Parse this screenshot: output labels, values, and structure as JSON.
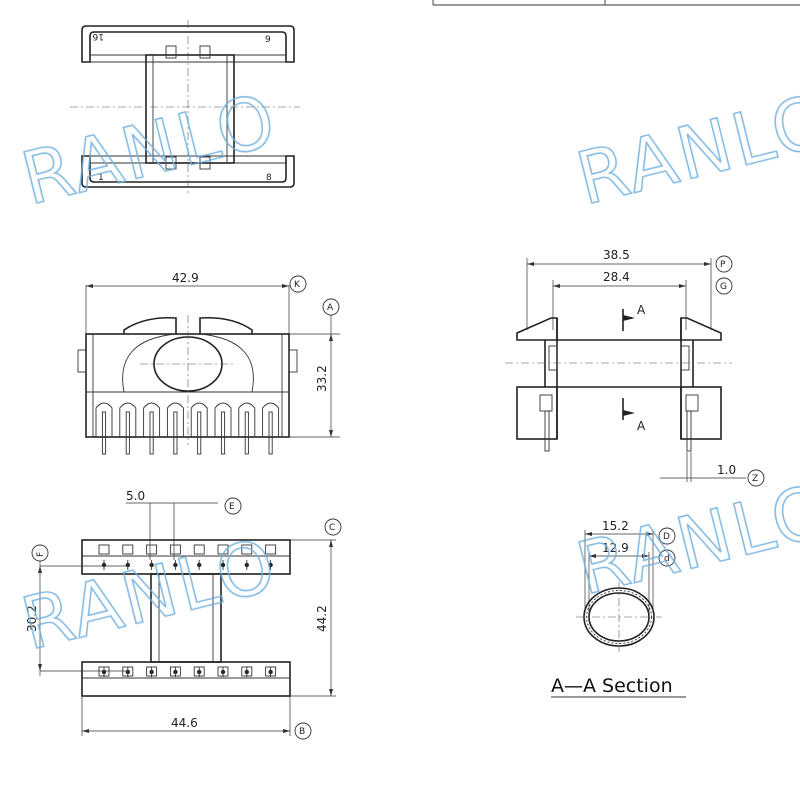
{
  "top_view": {
    "pin_labels": [
      "16",
      "9",
      "1",
      "8"
    ]
  },
  "front_view": {
    "width_dim": "42.9",
    "height_dim": "33.2",
    "ref_k": "K",
    "ref_a": "A"
  },
  "side_view": {
    "outer_dim": "38.5",
    "inner_dim": "28.4",
    "pin_dim": "1.0",
    "ref_p": "P",
    "ref_g": "G",
    "ref_z": "Z",
    "section_mark": "A"
  },
  "bottom_view": {
    "pitch_dim": "5.0",
    "row_dim": "30.2",
    "length_dim": "44.2",
    "width_dim": "44.6",
    "ref_e": "E",
    "ref_c": "C",
    "ref_f": "F",
    "ref_b": "B"
  },
  "section": {
    "outer_dim": "15.2",
    "inner_dim": "12.9",
    "ref_d": "D",
    "ref_d2": "d",
    "title": "A—A Section"
  },
  "watermark": "RANLO"
}
